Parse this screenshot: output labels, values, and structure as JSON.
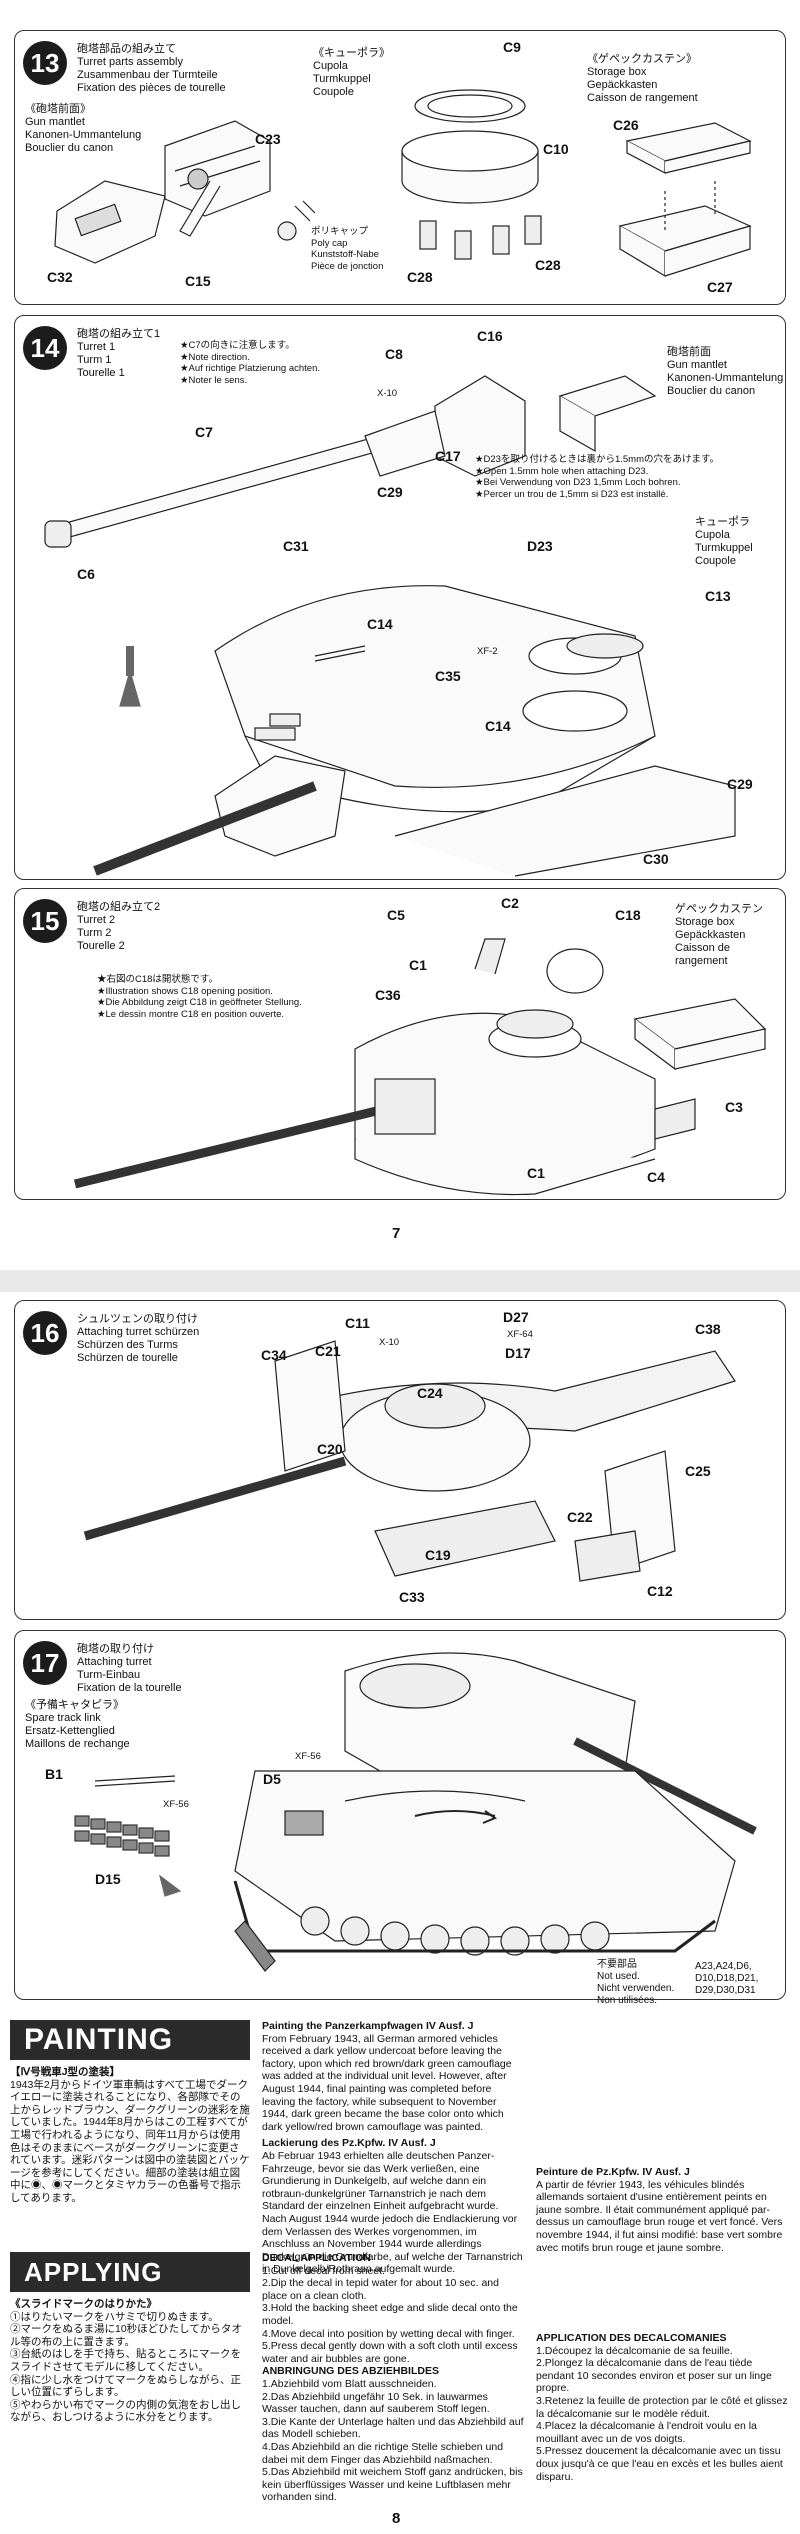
{
  "page7": {
    "number": "7",
    "step13": {
      "num": "13",
      "title": [
        "砲塔部品の組み立て",
        "Turret parts assembly",
        "Zusammenbau der Turmteile",
        "Fixation des pièces de tourelle"
      ],
      "cupola": [
        "《キューポラ》",
        "Cupola",
        "Turmkuppel",
        "Coupole"
      ],
      "storage": [
        "《ゲペックカステン》",
        "Storage box",
        "Gepäckkasten",
        "Caisson de rangement"
      ],
      "mantlet": [
        "《砲塔前面》",
        "Gun mantlet",
        "Kanonen-Ummantelung",
        "Bouclier du canon"
      ],
      "polycap": [
        "ポリキャップ",
        "Poly cap",
        "Kunststoff-Nabe",
        "Pièce de jonction"
      ],
      "parts": {
        "c32": "C32",
        "c15": "C15",
        "c23": "C23",
        "c9": "C9",
        "c10": "C10",
        "c28a": "C28",
        "c28b": "C28",
        "c26": "C26",
        "c27": "C27"
      }
    },
    "step14": {
      "num": "14",
      "title": [
        "砲塔の組み立て1",
        "Turret 1",
        "Turm 1",
        "Tourelle 1"
      ],
      "note1": [
        "★C7の向きに注意します。",
        "★Note direction.",
        "★Auf richtige Platzierung achten.",
        "★Noter le sens."
      ],
      "note2": [
        "★D23を取り付けるときは裏から1.5mmの穴をあけます。",
        "★Open 1.5mm hole when attaching D23.",
        "★Bei Verwendung von D23 1,5mm Loch bohren.",
        "★Percer un trou de 1,5mm si D23 est installé."
      ],
      "mantlet": [
        "砲塔前面",
        "Gun mantlet",
        "Kanonen-Ummantelung",
        "Bouclier du canon"
      ],
      "cupola": [
        "キューポラ",
        "Cupola",
        "Turmkuppel",
        "Coupole"
      ],
      "parts": {
        "c8": "C8",
        "x10": "X-10",
        "c16": "C16",
        "c7": "C7",
        "c17": "C17",
        "c6": "C6",
        "c29a": "C29",
        "c31": "C31",
        "d23": "D23",
        "c13": "C13",
        "c14a": "C14",
        "c35": "C35",
        "xf2": "XF-2",
        "c14b": "C14",
        "c29b": "C29",
        "c30": "C30"
      }
    },
    "step15": {
      "num": "15",
      "title": [
        "砲塔の組み立て2",
        "Turret 2",
        "Turm 2",
        "Tourelle 2"
      ],
      "note": [
        "★右図のC18は開状態です。",
        "★Illustration shows C18 opening position.",
        "★Die Abbildung zeigt C18 in geöffneter Stellung.",
        "★Le dessin montre C18 en position ouverte."
      ],
      "storage": [
        "ゲペックカステン",
        "Storage box",
        "Gepäckkasten",
        "Caisson de rangement"
      ],
      "parts": {
        "c5": "C5",
        "c2": "C2",
        "c18": "C18",
        "c1a": "C1",
        "c36": "C36",
        "c3": "C3",
        "c1b": "C1",
        "c4": "C4"
      }
    }
  },
  "page8": {
    "number": "8",
    "step16": {
      "num": "16",
      "title": [
        "シュルツェンの取り付け",
        "Attaching turret schürzen",
        "Schürzen des Turms",
        "Schürzen de tourelle"
      ],
      "parts": {
        "c11": "C11",
        "x10": "X-10",
        "d27": "D27",
        "xf64": "XF-64",
        "d17": "D17",
        "c38": "C38",
        "c34": "C34",
        "c21": "C21",
        "c24": "C24",
        "c20": "C20",
        "c25": "C25",
        "c22": "C22",
        "c19": "C19",
        "c33": "C33",
        "c12": "C12"
      }
    },
    "step17": {
      "num": "17",
      "title": [
        "砲塔の取り付け",
        "Attaching turret",
        "Turm-Einbau",
        "Fixation de la tourelle"
      ],
      "spare": [
        "《予備キャタピラ》",
        "Spare track link",
        "Ersatz-Kettenglied",
        "Maillons de rechange"
      ],
      "parts": {
        "b1": "B1",
        "xf56a": "XF-56",
        "d5": "D5",
        "xf56b": "XF-56",
        "d15": "D15"
      },
      "notused": {
        "label": [
          "不要部品",
          "Not used.",
          "Nicht verwenden.",
          "Non utilisées."
        ],
        "parts": [
          "A23,A24,D6,",
          "D10,D18,D21,",
          "D29,D30,D31"
        ]
      }
    },
    "painting": {
      "heading": "PAINTING",
      "jp_title": "【Ⅳ号戦車J型の塗装】",
      "jp_text": "1943年2月からドイツ軍車輌はすべて工場でダークイエローに塗装されることになり、各部隊でその上からレッドブラウン、ダークグリーンの迷彩を施していました。1944年8月からはこの工程すべてが工場で行われるようになり、同年11月からは使用色はそのままにベースがダークグリーンに変更されています。迷彩パターンは図中の塗装図とパッケージを参考にしてください。細部の塗装は組立図中に◉、◉マークとタミヤカラーの色番号で指示してあります。",
      "en_head": "Painting the Panzerkampfwagen IV Ausf. J",
      "en_text": "From February 1943, all German armored vehicles received a dark yellow undercoat before leaving the factory, upon which red brown/dark green camouflage was added at the individual unit level. However, after August 1944, final painting was completed before leaving the factory, while subsequent to November 1944, dark green became the base color onto which dark yellow/red brown camouflage was painted.",
      "de_head": "Lackierung des Pz.Kpfw. IV Ausf. J",
      "de_text": "Ab Februar 1943 erhielten alle deutschen Panzer-Fahrzeuge, bevor sie das Werk verließen, eine Grundierung in Dunkelgelb, auf welche dann ein rotbraun-dunkelgrüner Tarnanstrich je nach dem Standard der einzelnen Einheit aufgebracht wurde. Nach August 1944 wurde jedoch die Endlackierung vor dem Verlassen des Werkes vorgenommen, im Anschluss an November 1944 wurde allerdings Dunkelgrün die Grundfarbe, auf welche der Tarnanstrich in Dunkelgelb/Rotbraun aufgemalt wurde.",
      "fr_head": "Peinture de Pz.Kpfw. IV Ausf. J",
      "fr_text": "A partir de février 1943, les véhicules blindés allemands sortaient d'usine entièrement peints en jaune sombre. Il était communément appliqué par-dessus un camouflage brun rouge et vert foncé. Vers novembre 1944, il fut ainsi modifié: base vert sombre avec motifs brun rouge et jaune sombre."
    },
    "decals": {
      "heading": "APPLYING DECALS",
      "jp_title": "《スライドマークのはりかた》",
      "jp_steps": [
        "①はりたいマークをハサミで切りぬきます。",
        "②マークをぬるま湯に10秒ほどひたしてからタオル等の布の上に置きます。",
        "③台紙のはしを手で持ち、貼るところにマークをスライドさせてモデルに移してください。",
        "④指に少し水をつけてマークをぬらしながら、正しい位置にずらします。",
        "⑤やわらかい布でマークの内側の気泡をおし出しながら、おしつけるように水分をとります。"
      ],
      "en_head": "DECAL APPLICATION",
      "en_steps": [
        "1.Cut off decal from sheet.",
        "2.Dip the decal in tepid water for about 10 sec. and place on a clean cloth.",
        "3.Hold the backing sheet edge and slide decal onto the model.",
        "4.Move decal into position by wetting decal with finger.",
        "5.Press decal gently down with a soft cloth until excess water and air bubbles are gone."
      ],
      "de_head": "ANBRINGUNG DES ABZIEHBILDES",
      "de_steps": [
        "1.Abziehbild vom Blatt ausschneiden.",
        "2.Das Abziehbild ungefähr 10 Sek. in lauwarmes Wasser tauchen, dann auf sauberem Stoff legen.",
        "3.Die Kante der Unterlage halten und das Abziehbild auf das Modell schieben.",
        "4.Das Abziehbild an die richtige Stelle schieben und dabei mit dem Finger das Abziehbild naßmachen.",
        "5.Das Abziehbild mit weichem Stoff ganz andrücken, bis kein überflüssiges Wasser und keine Luftblasen mehr vorhanden sind."
      ],
      "fr_head": "APPLICATION DES DECALCOMANIES",
      "fr_steps": [
        "1.Découpez la décalcomanie de sa feuille.",
        "2.Plongez la décalcomanie dans de l'eau tiède pendant 10 secondes environ et poser sur un linge propre.",
        "3.Retenez la feuille de protection par le côté et glissez la décalcomanie sur le modèle réduit.",
        "4.Placez la décalcomanie à l'endroit voulu en la mouillant avec un de vos doigts.",
        "5.Pressez doucement la décalcomanie avec un tissu doux jusqu'à ce que l'eau en excès et les bulles aient disparu."
      ]
    }
  }
}
